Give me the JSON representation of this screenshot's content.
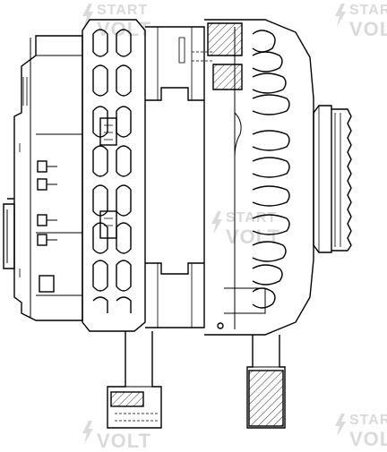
{
  "watermark": {
    "line1": "START",
    "line2": "VOLT",
    "color": "#bdbdbd",
    "icon": "lightning-bolt-icon"
  },
  "drawing": {
    "subject": "alternator",
    "views": [
      "side-section"
    ],
    "line_color": "#000000",
    "hatch_color": "#000000",
    "background": "#ffffff"
  }
}
